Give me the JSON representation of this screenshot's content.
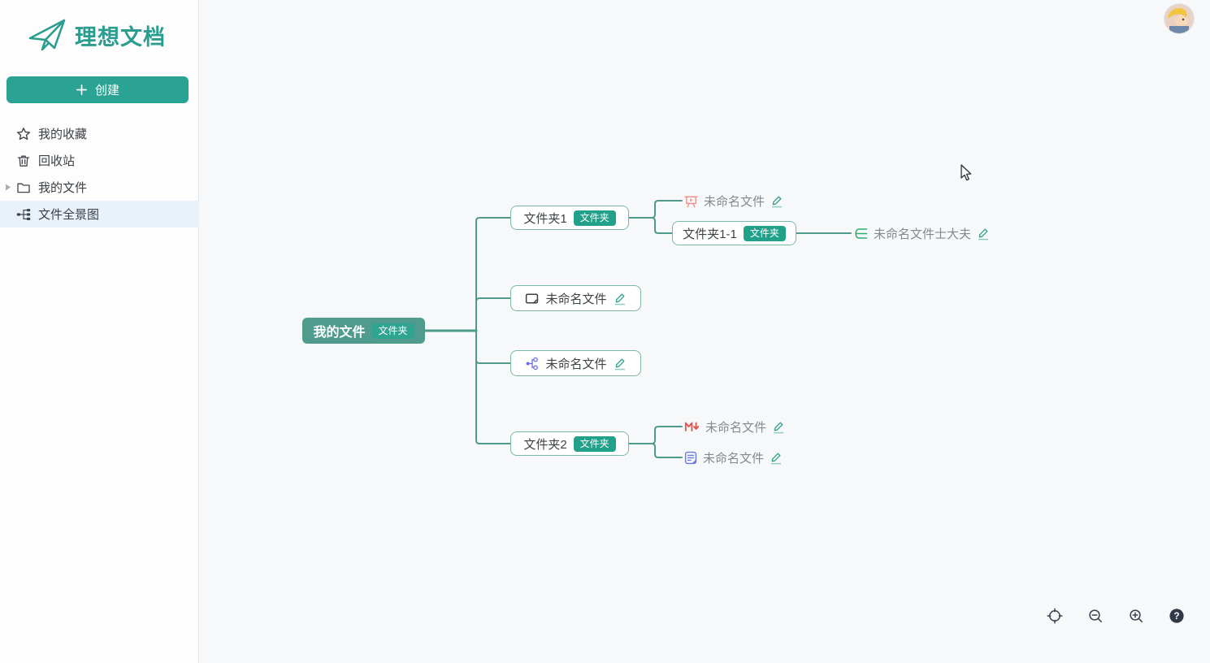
{
  "app": {
    "title": "理想文档"
  },
  "sidebar": {
    "logo_title": "理想文档",
    "create_label": "创建",
    "items": [
      {
        "label": "我的收藏",
        "icon": "star-icon",
        "selected": false
      },
      {
        "label": "回收站",
        "icon": "trash-icon",
        "selected": false
      },
      {
        "label": "我的文件",
        "icon": "folder-icon",
        "selected": false,
        "expandable": true
      },
      {
        "label": "文件全景图",
        "icon": "mindmap-icon",
        "selected": true
      }
    ]
  },
  "mindmap": {
    "root": {
      "label": "我的文件",
      "badge": "文件夹",
      "icon": "none"
    },
    "folder1": {
      "label": "文件夹1",
      "badge": "文件夹"
    },
    "folder1_file1": {
      "label": "未命名文件",
      "icon": "presentation-icon"
    },
    "folder1_1": {
      "label": "文件夹1-1",
      "badge": "文件夹"
    },
    "folder1_1_file1": {
      "label": "未命名文件士大夫",
      "icon": "mindmap-doc-icon"
    },
    "file1": {
      "label": "未命名文件",
      "icon": "whiteboard-icon"
    },
    "file2": {
      "label": "未命名文件",
      "icon": "flowchart-icon"
    },
    "folder2": {
      "label": "文件夹2",
      "badge": "文件夹"
    },
    "folder2_file1": {
      "label": "未命名文件",
      "icon": "markdown-icon"
    },
    "folder2_file2": {
      "label": "未命名文件",
      "icon": "document-icon"
    }
  },
  "controls": {
    "fit_view": "fit-view",
    "zoom_out": "zoom-out",
    "zoom_in": "zoom-in",
    "help_label": "?"
  },
  "colors": {
    "accent": "#2aa294",
    "root_node_fill": "#4f9b8d",
    "badge": "#21a189",
    "node_border": "#7cb8a8",
    "connector": "#4e9a8b",
    "selected_item_bg": "#e9f2fb",
    "canvas_bg": "#f7f8f9"
  }
}
